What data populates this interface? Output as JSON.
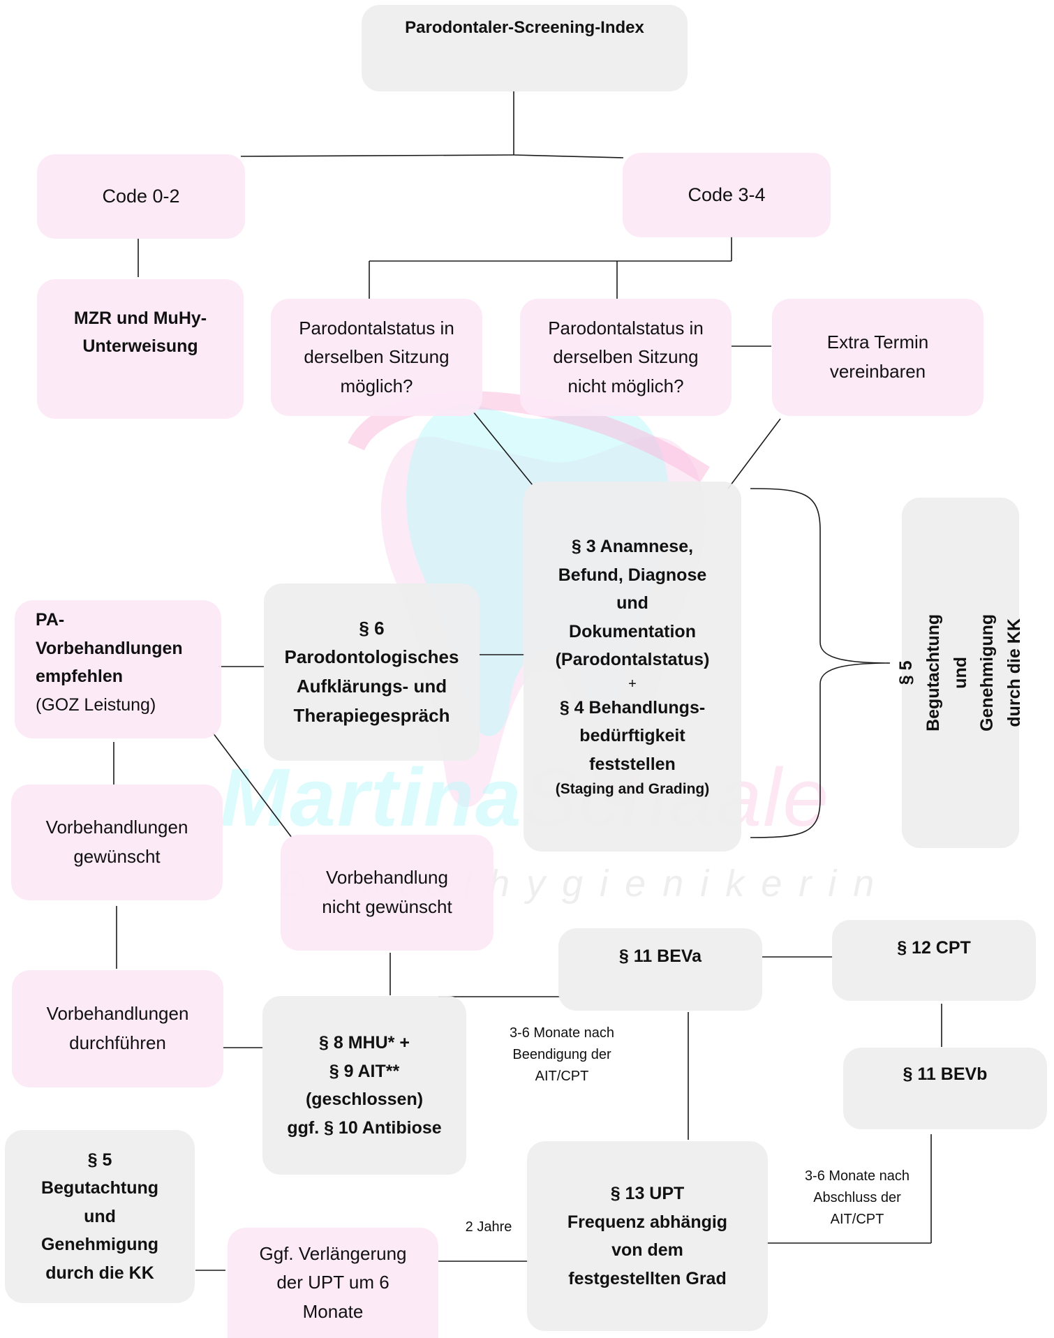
{
  "colors": {
    "pink_box": "#fce8f6",
    "gray_box": "#eeeeee",
    "line": "#1a1a1a",
    "watermark_teal": "#bff7fb",
    "watermark_pink": "#f9d3ea"
  },
  "watermark": {
    "name_part1": "Martina",
    "name_part2": "Schaale",
    "subtitle": "Dentalhygienikerin",
    "logo_icon": "tooth-icon"
  },
  "nodes": {
    "psi": "Parodontaler-Screening-Index",
    "code02": "Code 0-2",
    "code34": "Code 3-4",
    "mzr": "MZR und MuHy-\nUnterweisung",
    "status_possible": "Parodontalstatus in\nderselben Sitzung\nmöglich?",
    "status_not_possible": "Parodontalstatus in\nderselben Sitzung\nnicht möglich?",
    "extra_termin": "Extra Termin\nvereinbaren",
    "par3_main": "§ 3 Anamnese,\nBefund, Diagnose\nund\nDokumentation\n(Parodontalstatus)",
    "par3_plus": "+",
    "par3_4": "§ 4 Behandlungs-\nbedürftigkeit\nfeststellen",
    "par3_staging": "(Staging and Grading)",
    "par5_right": "§ 5 Begutachtung und Genehmigung\ndurch die KK",
    "par6": "§ 6\nParodontologisches\nAufklärungs- und\nTherapiegespräch",
    "pa_vor_bold": "PA-\nVorbehandlungen\nempfehlen",
    "pa_vor_normal": "(GOZ Leistung)",
    "vor_gewuenscht": "Vorbehandlungen\ngewünscht",
    "vor_nicht": "Vorbehandlung\nnicht gewünscht",
    "vor_durchfuehren": "Vorbehandlungen\ndurchführen",
    "par8": "§ 8 MHU* +\n§ 9 AIT**\n(geschlossen)\nggf. § 10 Antibiose",
    "par11a": "§ 11 BEVa",
    "par12": "§ 12 CPT",
    "par11b": "§ 11 BEVb",
    "par13": "§ 13 UPT\nFrequenz abhängig\nvon dem\nfestgestellten Grad",
    "par5_left": "§ 5\nBegutachtung\nund\nGenehmigung\ndurch die KK",
    "verlaengerung": "Ggf. Verlängerung\nder UPT um 6\nMonate"
  },
  "notes": {
    "beva_timing": "3-6 Monate nach\nBeendigung der\nAIT/CPT",
    "bevb_timing": "3-6 Monate nach\nAbschluss der\nAIT/CPT",
    "two_years": "2 Jahre"
  }
}
